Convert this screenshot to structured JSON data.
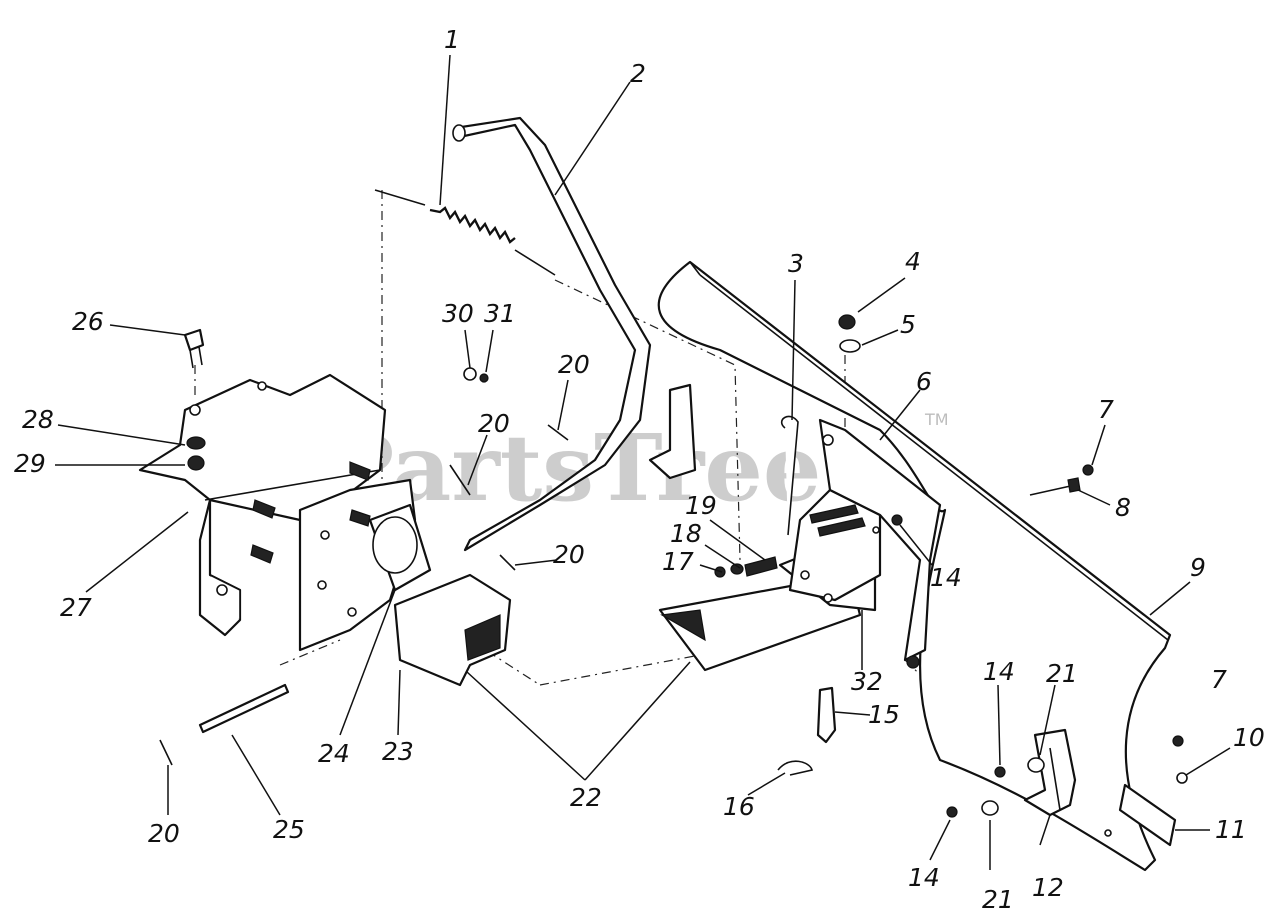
{
  "diagram": {
    "callouts": [
      "1",
      "2",
      "3",
      "4",
      "5",
      "6",
      "7",
      "8",
      "9",
      "10",
      "11",
      "12",
      "14",
      "15",
      "16",
      "17",
      "18",
      "19",
      "20",
      "21",
      "22",
      "23",
      "24",
      "25",
      "26",
      "27",
      "28",
      "29",
      "30",
      "31",
      "32"
    ],
    "callout_instances": {
      "n1": "1",
      "n2": "2",
      "n3": "3",
      "n4": "4",
      "n5": "5",
      "n6": "6",
      "n7a": "7",
      "n7b": "7",
      "n8": "8",
      "n9": "9",
      "n10": "10",
      "n11": "11",
      "n12": "12",
      "n14a": "14",
      "n14b": "14",
      "n14c": "14",
      "n15": "15",
      "n16": "16",
      "n17": "17",
      "n18": "18",
      "n19": "19",
      "n20a": "20",
      "n20b": "20",
      "n20c": "20",
      "n20d": "20",
      "n21a": "21",
      "n21b": "21",
      "n22": "22",
      "n23": "23",
      "n24": "24",
      "n25": "25",
      "n26": "26",
      "n27": "27",
      "n28": "28",
      "n29": "29",
      "n30": "30",
      "n31": "31",
      "n32": "32"
    }
  },
  "watermark": {
    "text": "PartsTree",
    "trademark": "TM"
  }
}
